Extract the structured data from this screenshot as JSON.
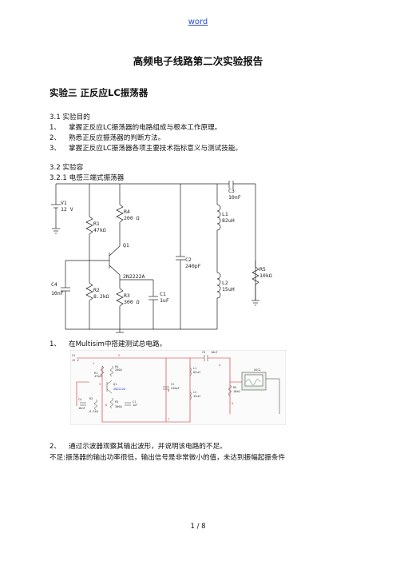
{
  "header": {
    "link": "word"
  },
  "title": "高频电子线路第二次实验报告",
  "section": "实验三  正反应LC振荡器",
  "purpose": {
    "heading": "3.1 实验目的",
    "items": [
      {
        "num": "1、",
        "text": "掌握正反应LC振荡器的电路组成与根本工作原理。"
      },
      {
        "num": "2、",
        "text": "熟悉正反应振荡器的判断方法。"
      },
      {
        "num": "3、",
        "text": "掌握正反应LC振荡器各项主要技术指标意义与测试技能。"
      }
    ]
  },
  "content": {
    "heading": "3.2 实验容",
    "sub": "3.2.1   电感三端式振荡器"
  },
  "schematic1": {
    "v1": "V1",
    "v1_val": "12 V",
    "r1": "R1",
    "r1_val": "47kΩ",
    "r4": "R4",
    "r4_val": "200 Ω",
    "q1": "Q1",
    "q1_model": "2N2222A",
    "c4": "C4",
    "c4_val": "10nF",
    "r2": "R2",
    "r2_val": "8.2kΩ",
    "r3": "R3",
    "r3_val": "300 Ω",
    "c1": "C1",
    "c1_val": "1uF",
    "c2": "C2",
    "c2_val": "240pF",
    "c3": "C3",
    "c3_val": "10nF",
    "l1": "L1",
    "l1_val": "82uH",
    "l2": "L2",
    "l2_val": "15uH",
    "r5": "R5",
    "r5_val": "10kΩ"
  },
  "step1": {
    "num": "1、",
    "text": "在Multisim中搭建测试总电路。"
  },
  "schematic2": {
    "v1": "V1",
    "v1_val": "12 V",
    "r4": "R4",
    "r4_val": "200Ω",
    "r1": "R1",
    "r1_val": "47kΩ",
    "q1": "Q1",
    "q1_model": "2N2222A",
    "c4": "C4",
    "c4_val": "10nF",
    "r2": "R2",
    "r2_val": "8.2kΩ",
    "r3": "R3",
    "r3_val": "300Ω",
    "c1": "C1",
    "c1_val": "1uF",
    "c2": "C2",
    "c2_val": "240pF",
    "l1": "L1",
    "l1_val": "82uH",
    "l2": "L2",
    "l2_val": "15uH",
    "c3": "C3",
    "c3_val": "10nF",
    "r5": "R5",
    "r5_val": "10kΩ",
    "xsc": "XSC1",
    "nodes": [
      "0",
      "1",
      "2",
      "3",
      "4",
      "5",
      "6",
      "7"
    ]
  },
  "step2": {
    "num": "2、",
    "text": "通过示波器观察其输出波形，并说明该电路的不足。"
  },
  "note": "不足:振荡器的输出功率很低，输出信号是非常微小的值，未达到振幅起振条件",
  "footer": {
    "page": "1  /  8"
  }
}
